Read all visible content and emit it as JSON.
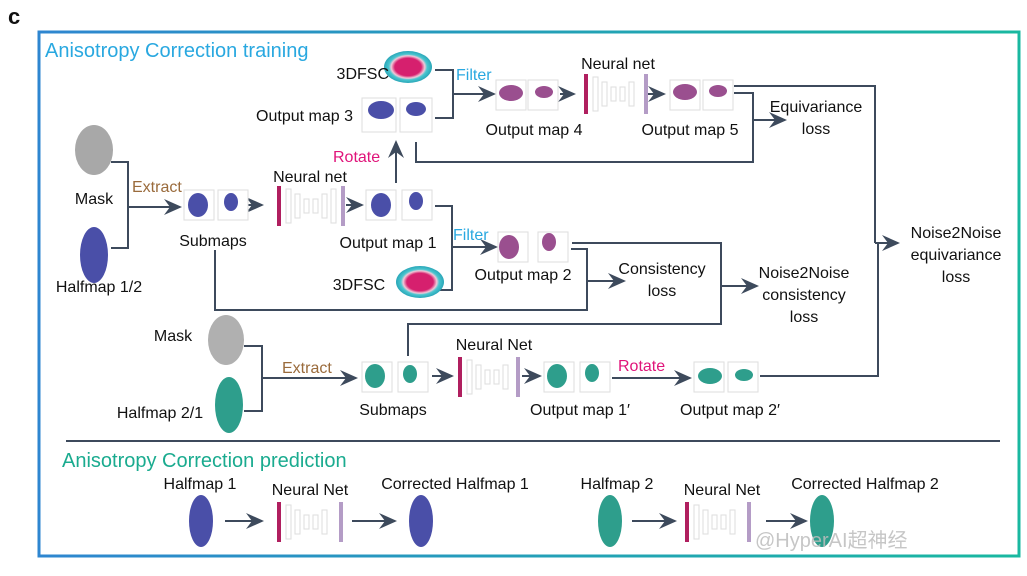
{
  "panel_label": "c",
  "colors": {
    "frame_left": "#2e86d0",
    "frame_right": "#19b8a0",
    "blue_text": "#29a8e0",
    "teal_text": "#1aab8f",
    "rotate": "#e0147a",
    "extract": "#9a6b3c",
    "map_blue": "#4a4fa8",
    "map_purple": "#9a4f8f",
    "map_teal": "#2e9e8c"
  },
  "training": {
    "title": "Anisotropy Correction training",
    "fsc_top": "3DFSC",
    "output_map_3": "Output map 3",
    "filter_top": "Filter",
    "neural_net_top": "Neural net",
    "output_map_4": "Output map 4",
    "output_map_5": "Output map 5",
    "equivariance_loss": [
      "Equivariance",
      "loss"
    ],
    "rotate": "Rotate",
    "neural_net_mid": "Neural net",
    "extract": "Extract",
    "mask": "Mask",
    "submaps": "Submaps",
    "output_map_1": "Output map 1",
    "filter_mid": "Filter",
    "output_map_2": "Output map 2",
    "fsc_mid": "3DFSC",
    "halfmap_12": "Halfmap 1/2",
    "consistency_loss": [
      "Consistency",
      "loss"
    ],
    "n2n_consistency_loss": [
      "Noise2Noise",
      "consistency",
      "loss"
    ],
    "n2n_equivariance_loss": [
      "Noise2Noise",
      "equivariance",
      "loss"
    ],
    "mask_2": "Mask",
    "extract_2": "Extract",
    "neural_net_bottom": "Neural Net",
    "rotate_2": "Rotate",
    "halfmap_21": "Halfmap 2/1",
    "submaps_2": "Submaps",
    "output_map_1p": "Output map 1′",
    "output_map_2p": "Output map 2′"
  },
  "prediction": {
    "title": "Anisotropy Correction prediction",
    "halfmap_1": "Halfmap 1",
    "neural_net_1": "Neural Net",
    "corrected_1": "Corrected Halfmap 1",
    "halfmap_2": "Halfmap 2",
    "neural_net_2": "Neural Net",
    "corrected_2": "Corrected Halfmap 2"
  },
  "watermark": "@HyperAI超神经"
}
